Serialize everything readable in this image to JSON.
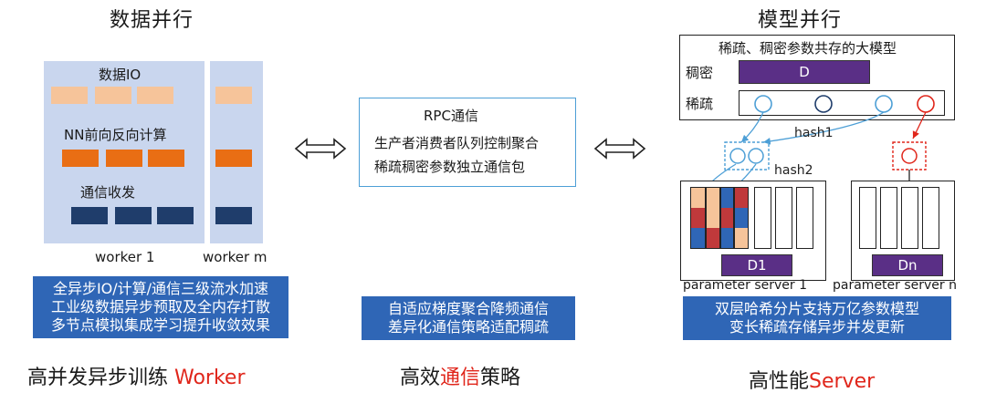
{
  "left": {
    "title": "数据并行",
    "io_label": "数据IO",
    "nn_label": "NN前向反向计算",
    "comm_label": "通信收发",
    "worker1": "worker 1",
    "workerm": "worker m",
    "features": [
      "全异步IO/计算/通信三级流水加速",
      "工业级数据异步预取及全内存打散",
      "多节点模拟集成学习提升收敛效果"
    ],
    "bottom_title_prefix": "高并发异步训练 ",
    "bottom_title_highlight": "Worker"
  },
  "middle": {
    "rpc_title": "RPC通信",
    "rpc_line1": "生产者消费者队列控制聚合",
    "rpc_line2": "稀疏稠密参数独立通信包",
    "features": [
      "自适应梯度聚合降频通信",
      "差异化通信策略适配稠疏"
    ],
    "bottom_title_prefix": "高效",
    "bottom_title_highlight": "通信",
    "bottom_title_suffix": "策略"
  },
  "right": {
    "title": "模型并行",
    "model_title": "稀疏、稠密参数共存的大模型",
    "dense_label": "稠密",
    "dense_value": "D",
    "sparse_label": "稀疏",
    "hash1": "hash1",
    "hash2": "hash2",
    "d1": "D1",
    "dn": "Dn",
    "ps1": "parameter  server 1",
    "psn": "parameter  server n",
    "features": [
      "双层哈希分片支持万亿参数模型",
      "变长稀疏存储异步并发更新"
    ],
    "bottom_title_prefix": "高性能",
    "bottom_title_highlight": "Server"
  },
  "colors": {
    "panel": "#c9d6ee",
    "io_block": "#f6c49a",
    "nn_block": "#e96e14",
    "comm_block": "#1f3d6b",
    "feature_box": "#2f66b6",
    "dense_bar": "#5a2f86",
    "highlight": "#e0261b",
    "hash_blue": "#4d9fd6",
    "hash_red": "#e0261b"
  }
}
